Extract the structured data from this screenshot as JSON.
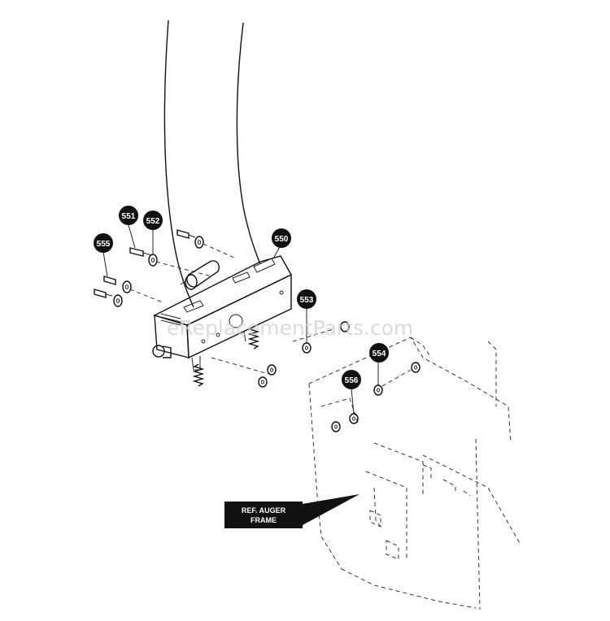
{
  "callouts": {
    "c550": "550",
    "c551": "551",
    "c552": "552",
    "c553": "553",
    "c554": "554",
    "c555": "555",
    "c556": "556"
  },
  "ref_label": {
    "line1": "REF. AUGER",
    "line2": "FRAME"
  },
  "watermark": "eReplacementParts.com",
  "colors": {
    "ink": "#111111",
    "callout_fill": "#111111",
    "callout_text": "#ffffff",
    "watermark": "#cfcfcf"
  }
}
